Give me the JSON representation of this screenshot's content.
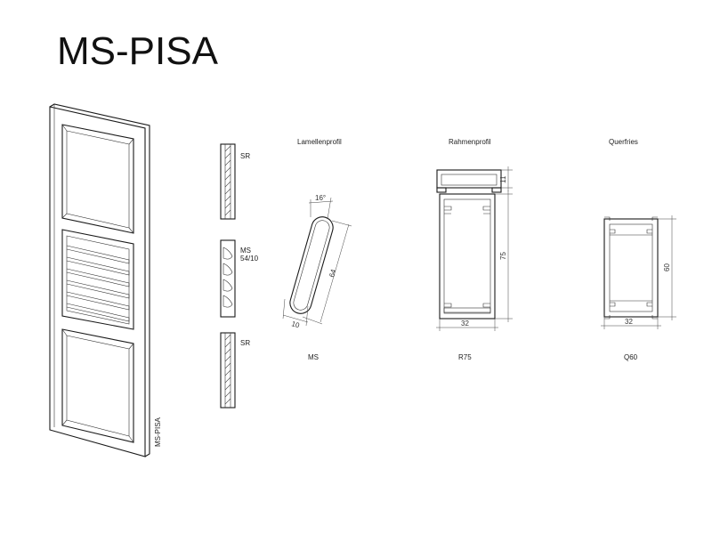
{
  "title": "MS-PISA",
  "door": {
    "side_label": "MS-PISA"
  },
  "sections": {
    "top_label": "SR",
    "middle_label_1": "MS",
    "middle_label_2": "54/10",
    "bottom_label": "SR"
  },
  "lamellenprofil": {
    "heading": "Lamellenprofil",
    "caption": "MS",
    "angle": "16°",
    "length": "64",
    "thickness": "10"
  },
  "rahmenprofil": {
    "heading": "Rahmenprofil",
    "caption": "R75",
    "width": "32",
    "height": "75",
    "lip": "11"
  },
  "querfries": {
    "heading": "Querfries",
    "caption": "Q60",
    "width": "32",
    "height": "60"
  }
}
